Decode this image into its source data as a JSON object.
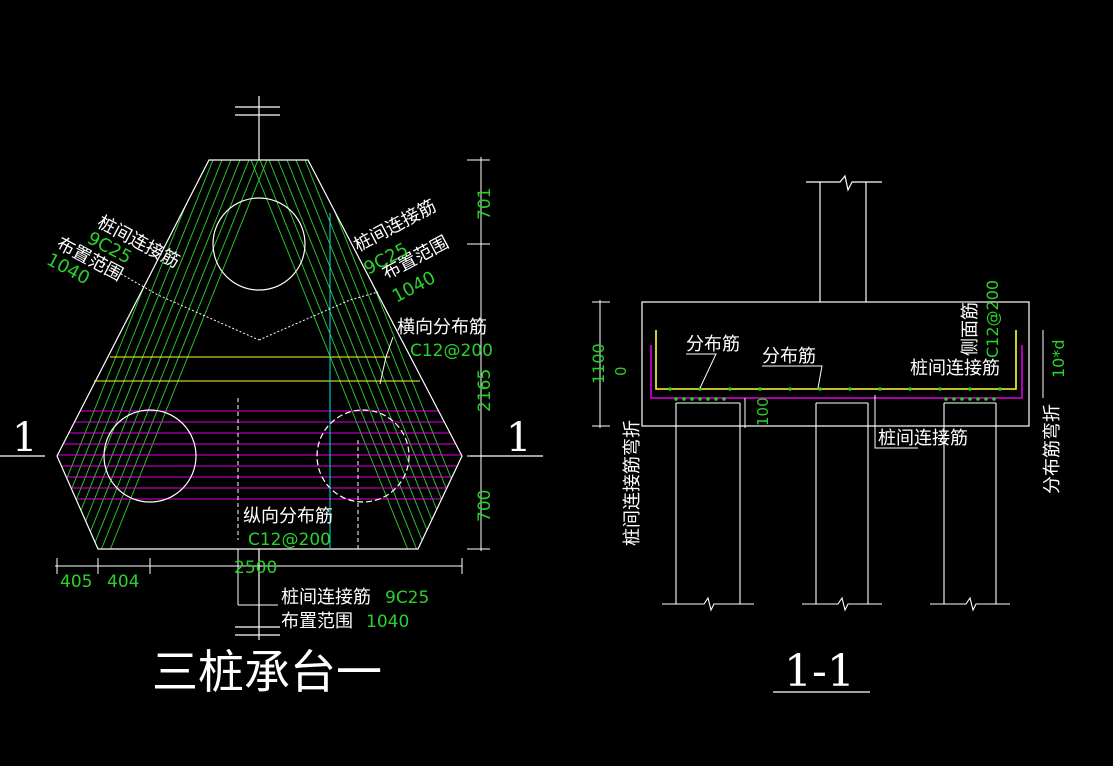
{
  "colors": {
    "background": "#000000",
    "white": "#ffffff",
    "green": "#2bd12b",
    "yellow": "#ffff33",
    "magenta": "#e000e0",
    "cyan": "#00e5e5",
    "label": "#ffffff"
  },
  "plan": {
    "title": "三桩承台一",
    "section_mark_left": "1",
    "section_mark_right": "1",
    "left_rebar": {
      "name": "桩间连接筋",
      "spec": "9C25",
      "range_label": "布置范围",
      "range_value": "1040"
    },
    "right_rebar": {
      "name": "桩间连接筋",
      "spec": "9C25",
      "range_label": "布置范围",
      "range_value": "1040"
    },
    "transverse": {
      "name": "横向分布筋",
      "spec": "C12@200"
    },
    "longitudinal": {
      "name": "纵向分布筋",
      "spec": "C12@200"
    },
    "bottom_rebar": {
      "name": "桩间连接筋",
      "spec": "9C25",
      "range_label": "布置范围",
      "range_value": "1040"
    },
    "dims_right": [
      "701",
      "2165",
      "700"
    ],
    "dims_bottom": [
      "405",
      "404",
      "2500"
    ]
  },
  "section": {
    "title": "1-1",
    "label_dist1": "分布筋",
    "label_dist2": "分布筋",
    "label_conn_top": "桩间连接筋",
    "label_conn_bottom": "桩间连接筋",
    "label_side": "侧面筋",
    "side_spec": "C12@200",
    "label_left_vertical": "桩间连接筋弯折",
    "label_right_vertical": "分布筋弯折",
    "dim_height": "1100",
    "dim_zero": "0",
    "dim_100": "100",
    "dim_10d": "10*d"
  }
}
